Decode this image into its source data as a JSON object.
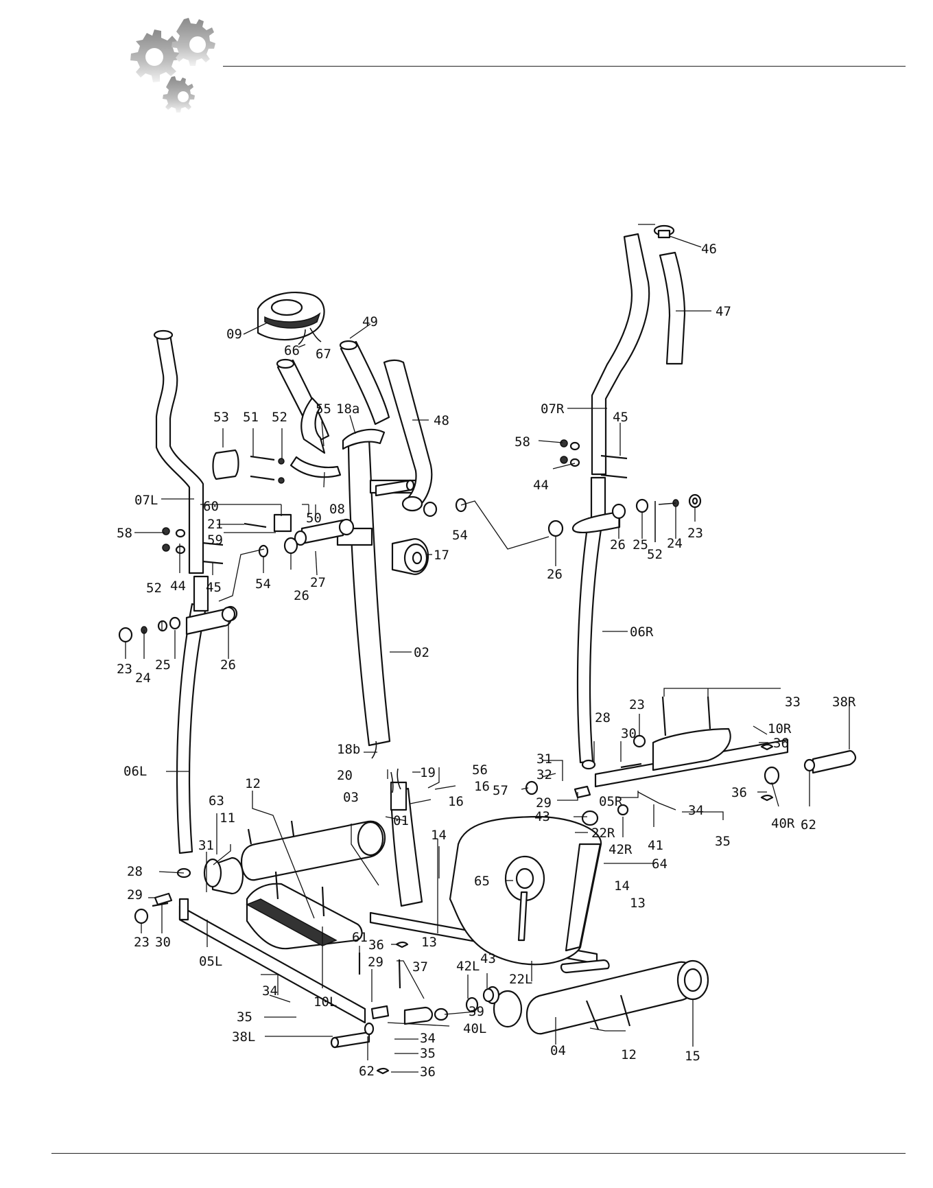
{
  "decoration": {
    "logo_icon": "gear-cluster-icon",
    "colors": {
      "ink": "#111111",
      "gear_light": "#cfcfcf",
      "gear_dark": "#7a7a7a",
      "background": "#ffffff"
    }
  },
  "parts": [
    {
      "id": "p01",
      "label": "01"
    },
    {
      "id": "p02",
      "label": "02"
    },
    {
      "id": "p03",
      "label": "03"
    },
    {
      "id": "p04",
      "label": "04"
    },
    {
      "id": "p05L",
      "label": "05L"
    },
    {
      "id": "p05R",
      "label": "05R"
    },
    {
      "id": "p06L",
      "label": "06L"
    },
    {
      "id": "p06R",
      "label": "06R"
    },
    {
      "id": "p07L",
      "label": "07L"
    },
    {
      "id": "p07R",
      "label": "07R"
    },
    {
      "id": "p08",
      "label": "08"
    },
    {
      "id": "p09",
      "label": "09"
    },
    {
      "id": "p10L",
      "label": "10L"
    },
    {
      "id": "p10R",
      "label": "10R"
    },
    {
      "id": "p11",
      "label": "11"
    },
    {
      "id": "p12a",
      "label": "12"
    },
    {
      "id": "p12b",
      "label": "12"
    },
    {
      "id": "p13a",
      "label": "13"
    },
    {
      "id": "p13b",
      "label": "13"
    },
    {
      "id": "p14a",
      "label": "14"
    },
    {
      "id": "p14b",
      "label": "14"
    },
    {
      "id": "p15",
      "label": "15"
    },
    {
      "id": "p16a",
      "label": "16"
    },
    {
      "id": "p16b",
      "label": "16"
    },
    {
      "id": "p17",
      "label": "17"
    },
    {
      "id": "p18a",
      "label": "18a"
    },
    {
      "id": "p18b",
      "label": "18b"
    },
    {
      "id": "p19",
      "label": "19"
    },
    {
      "id": "p20",
      "label": "20"
    },
    {
      "id": "p21",
      "label": "21"
    },
    {
      "id": "p22L",
      "label": "22L"
    },
    {
      "id": "p22R",
      "label": "22R"
    },
    {
      "id": "p23a",
      "label": "23"
    },
    {
      "id": "p23b",
      "label": "23"
    },
    {
      "id": "p23c",
      "label": "23"
    },
    {
      "id": "p23d",
      "label": "23"
    },
    {
      "id": "p24a",
      "label": "24"
    },
    {
      "id": "p24b",
      "label": "24"
    },
    {
      "id": "p25a",
      "label": "25"
    },
    {
      "id": "p25b",
      "label": "25"
    },
    {
      "id": "p26a",
      "label": "26"
    },
    {
      "id": "p26b",
      "label": "26"
    },
    {
      "id": "p26c",
      "label": "26"
    },
    {
      "id": "p26d",
      "label": "26"
    },
    {
      "id": "p27",
      "label": "27"
    },
    {
      "id": "p28a",
      "label": "28"
    },
    {
      "id": "p28b",
      "label": "28"
    },
    {
      "id": "p29a",
      "label": "29"
    },
    {
      "id": "p29b",
      "label": "29"
    },
    {
      "id": "p29c",
      "label": "29"
    },
    {
      "id": "p30a",
      "label": "30"
    },
    {
      "id": "p30b",
      "label": "30"
    },
    {
      "id": "p31a",
      "label": "31"
    },
    {
      "id": "p31b",
      "label": "31"
    },
    {
      "id": "p32",
      "label": "32"
    },
    {
      "id": "p33",
      "label": "33"
    },
    {
      "id": "p34a",
      "label": "34"
    },
    {
      "id": "p34b",
      "label": "34"
    },
    {
      "id": "p34c",
      "label": "34"
    },
    {
      "id": "p35a",
      "label": "35"
    },
    {
      "id": "p35b",
      "label": "35"
    },
    {
      "id": "p35c",
      "label": "35"
    },
    {
      "id": "p36a",
      "label": "36"
    },
    {
      "id": "p36b",
      "label": "36"
    },
    {
      "id": "p36c",
      "label": "36"
    },
    {
      "id": "p36d",
      "label": "36"
    },
    {
      "id": "p37",
      "label": "37"
    },
    {
      "id": "p38L",
      "label": "38L"
    },
    {
      "id": "p38R",
      "label": "38R"
    },
    {
      "id": "p39",
      "label": "39"
    },
    {
      "id": "p40L",
      "label": "40L"
    },
    {
      "id": "p40R",
      "label": "40R"
    },
    {
      "id": "p41",
      "label": "41"
    },
    {
      "id": "p42L",
      "label": "42L"
    },
    {
      "id": "p42R",
      "label": "42R"
    },
    {
      "id": "p43a",
      "label": "43"
    },
    {
      "id": "p43b",
      "label": "43"
    },
    {
      "id": "p44a",
      "label": "44"
    },
    {
      "id": "p44b",
      "label": "44"
    },
    {
      "id": "p45a",
      "label": "45"
    },
    {
      "id": "p45b",
      "label": "45"
    },
    {
      "id": "p46",
      "label": "46"
    },
    {
      "id": "p47",
      "label": "47"
    },
    {
      "id": "p48",
      "label": "48"
    },
    {
      "id": "p49",
      "label": "49"
    },
    {
      "id": "p50",
      "label": "50"
    },
    {
      "id": "p51",
      "label": "51"
    },
    {
      "id": "p52a",
      "label": "52"
    },
    {
      "id": "p52b",
      "label": "52"
    },
    {
      "id": "p52c",
      "label": "52"
    },
    {
      "id": "p53",
      "label": "53"
    },
    {
      "id": "p54a",
      "label": "54"
    },
    {
      "id": "p54b",
      "label": "54"
    },
    {
      "id": "p55",
      "label": "55"
    },
    {
      "id": "p56",
      "label": "56"
    },
    {
      "id": "p57",
      "label": "57"
    },
    {
      "id": "p58a",
      "label": "58"
    },
    {
      "id": "p58b",
      "label": "58"
    },
    {
      "id": "p59",
      "label": "59"
    },
    {
      "id": "p60",
      "label": "60"
    },
    {
      "id": "p61",
      "label": "61"
    },
    {
      "id": "p62a",
      "label": "62"
    },
    {
      "id": "p62b",
      "label": "62"
    },
    {
      "id": "p63",
      "label": "63"
    },
    {
      "id": "p64",
      "label": "64"
    },
    {
      "id": "p65",
      "label": "65"
    },
    {
      "id": "p66",
      "label": "66"
    },
    {
      "id": "p67",
      "label": "67"
    }
  ]
}
